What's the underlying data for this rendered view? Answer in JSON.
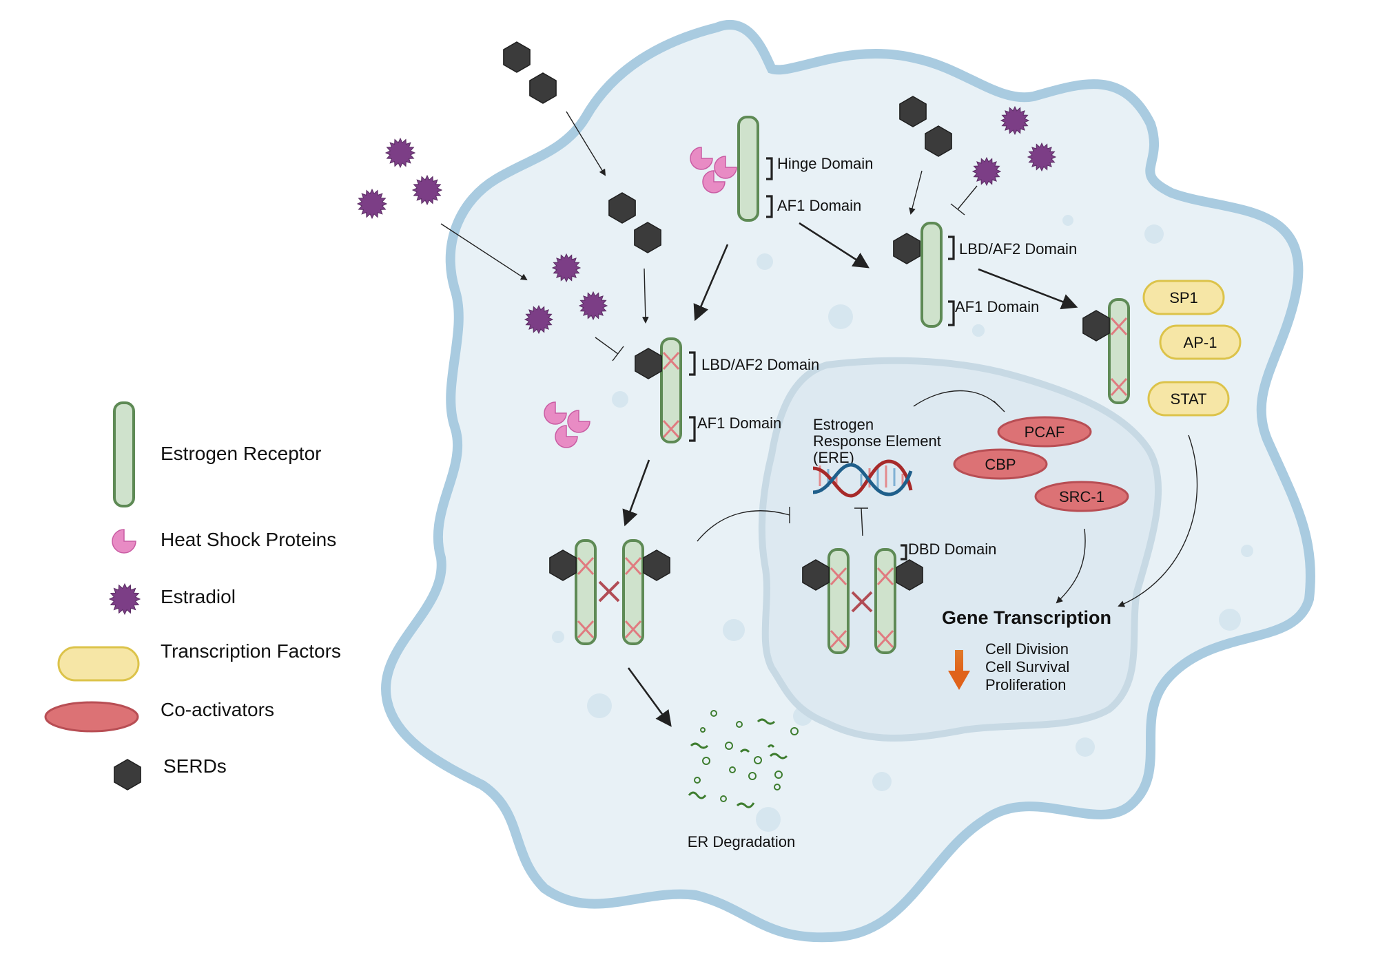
{
  "legend": {
    "estrogen_receptor": "Estrogen Receptor",
    "heat_shock_proteins": "Heat Shock Proteins",
    "estradiol": "Estradiol",
    "transcription_factors": "Transcription Factors",
    "co_activators": "Co-activators",
    "serds": "SERDs"
  },
  "labels": {
    "hinge_domain": "Hinge Domain",
    "af1_domain_top": "AF1 Domain",
    "lbd_af2_domain_left": "LBD/AF2 Domain",
    "af1_domain_left": "AF1 Domain",
    "lbd_af2_domain_right": "LBD/AF2 Domain",
    "af1_domain_right": "AF1 Domain",
    "dbd_domain": "DBD Domain",
    "ere_line1": "Estrogen",
    "ere_line2": "Response Element",
    "ere_line3": "(ERE)",
    "er_degradation": "ER Degradation",
    "gene_transcription": "Gene Transcription",
    "outcome_1": "Cell Division",
    "outcome_2": "Cell Survival",
    "outcome_3": "Proliferation"
  },
  "transcription_factors": [
    "SP1",
    "AP-1",
    "STAT"
  ],
  "co_activators": [
    "PCAF",
    "CBP",
    "SRC-1"
  ],
  "colors": {
    "cell_membrane": "#a9cbe0",
    "cytoplasm": "#e8f1f6",
    "nucleus": "#dde9f1",
    "estrogen_receptor": "#cfe2cc",
    "heat_shock_protein": "#e88bc4",
    "estradiol": "#7c3e86",
    "transcription_factor": "#f6e6a6",
    "co_activator": "#dc7275",
    "serd": "#3b3b3b",
    "down_arrow": "#e06a1b"
  }
}
